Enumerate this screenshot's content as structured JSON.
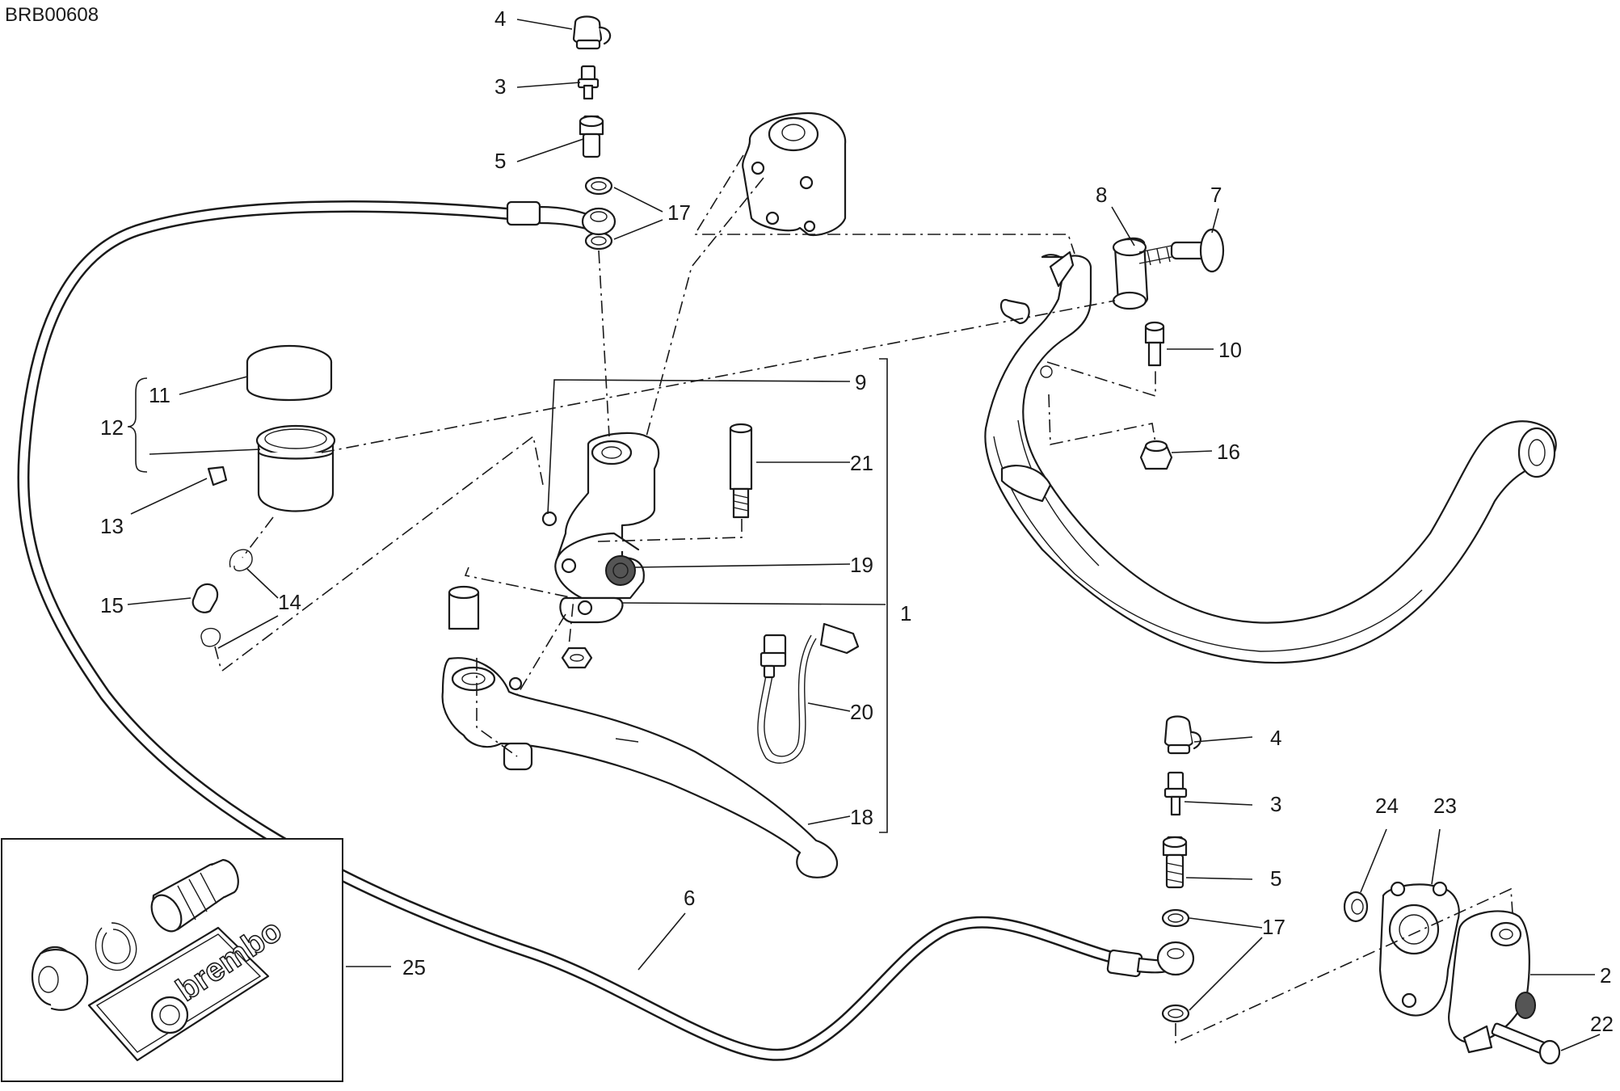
{
  "diagram": {
    "code": "BRB00608",
    "kit_logo_text": "brembo",
    "callouts": {
      "c4_top": "4",
      "c3_top": "3",
      "c5_top": "5",
      "c17_top": "17",
      "c8": "8",
      "c7": "7",
      "c10": "10",
      "c16": "16",
      "c11": "11",
      "c12": "12",
      "c13": "13",
      "c14": "14",
      "c15": "15",
      "c9": "9",
      "c21": "21",
      "c19": "19",
      "c1": "1",
      "c20": "20",
      "c18": "18",
      "c6": "6",
      "c25": "25",
      "c4_bot": "4",
      "c3_bot": "3",
      "c5_bot": "5",
      "c17_bot": "17",
      "c24": "24",
      "c23": "23",
      "c2": "2",
      "c22": "22"
    }
  }
}
